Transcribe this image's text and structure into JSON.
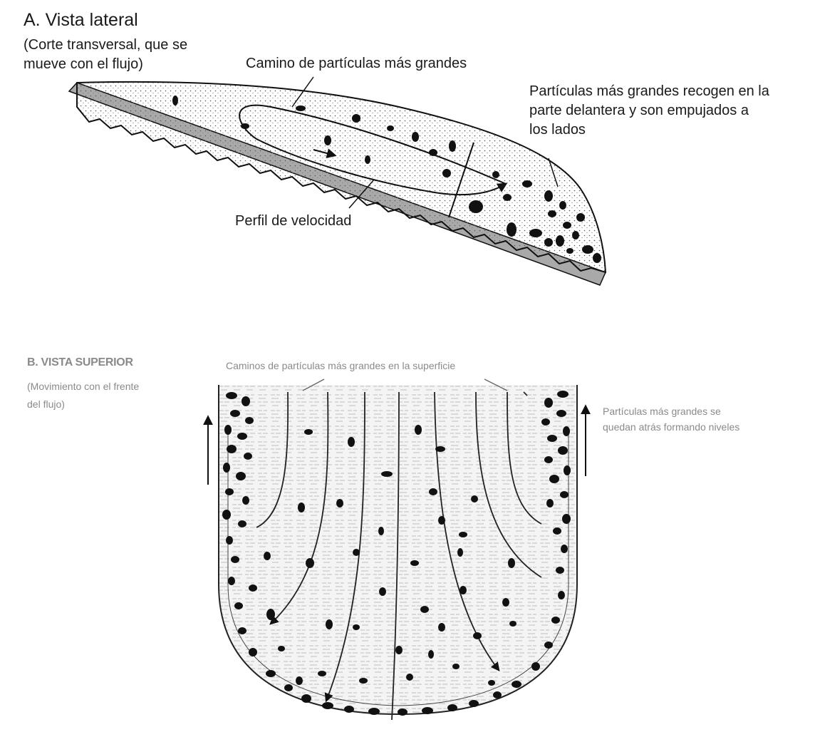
{
  "panel_a": {
    "title": "A. Vista lateral",
    "subtitle_lines": [
      "(Corte transversal, que se",
      "mueve con el flujo)"
    ],
    "label_path": "Camino de partículas más grandes",
    "label_front_lines": [
      "Partículas más grandes recogen en la",
      "parte delantera y son empujados a",
      "los lados"
    ],
    "label_velocity": "Perfil de velocidad"
  },
  "panel_b": {
    "title": "B. VISTA SUPERIOR",
    "subtitle_lines": [
      "(Movimiento con el frente",
      "del flujo)"
    ],
    "label_paths": "Caminos de partículas más grandes en la superficie",
    "label_levees_lines": [
      "Partículas más grandes se",
      "quedan atrás formando niveles"
    ]
  },
  "colors": {
    "ink": "#111111",
    "bed": "#a9a9a9",
    "label_gray": "#8a8a8a"
  }
}
